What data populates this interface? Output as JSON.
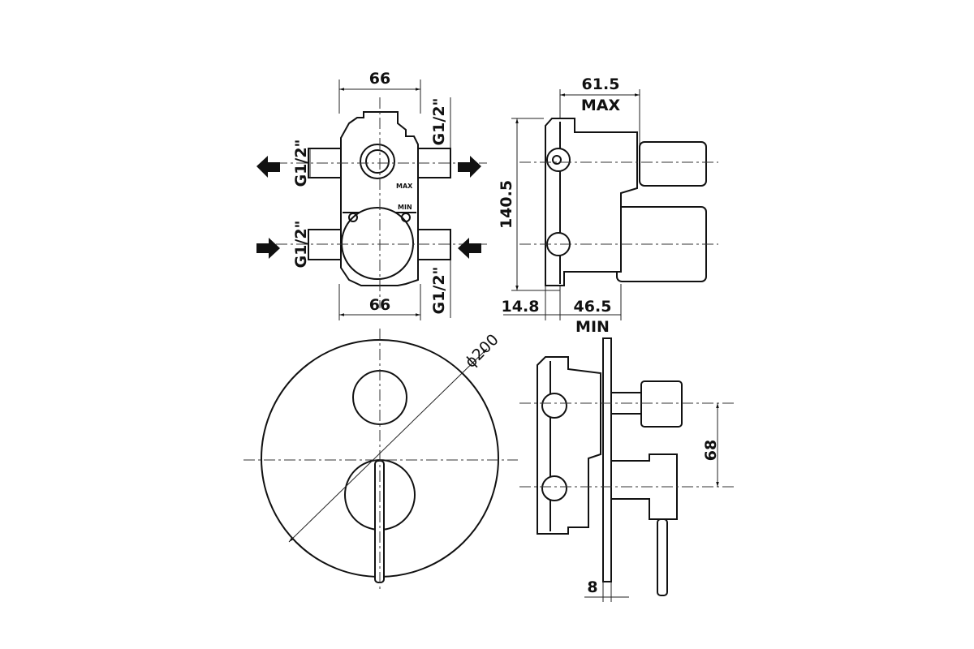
{
  "front_view_top": {
    "width_top": "66",
    "width_bottom": "66",
    "thread_upper_left": "G1/2\"",
    "thread_lower_left": "G1/2\"",
    "thread_upper_right": "G1/2\"",
    "thread_lower_right": "G1/2\"",
    "label_max": "MAX",
    "label_min": "MIN"
  },
  "side_view_top": {
    "depth_max_value": "61.5",
    "depth_max_label": "MAX",
    "height": "140.5",
    "offset": "14.8",
    "depth_min_value": "46.5",
    "depth_min_label": "MIN"
  },
  "front_view_bottom": {
    "diameter": "ϕ200"
  },
  "side_view_bottom": {
    "handle_spacing": "68",
    "plate_thickness": "8"
  }
}
